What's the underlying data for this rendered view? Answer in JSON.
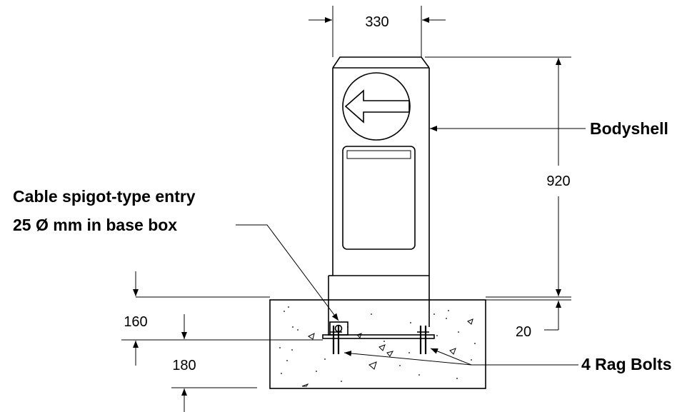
{
  "dimensions": {
    "width_top": "330",
    "height_body": "920",
    "depth_160": "160",
    "depth_180": "180",
    "offset_20": "20"
  },
  "labels": {
    "bodyshell": "Bodyshell",
    "cable_entry_line1": "Cable spigot-type entry",
    "cable_entry_line2": "25 Ø mm in base box",
    "rag_bolts": "4 Rag Bolts"
  }
}
